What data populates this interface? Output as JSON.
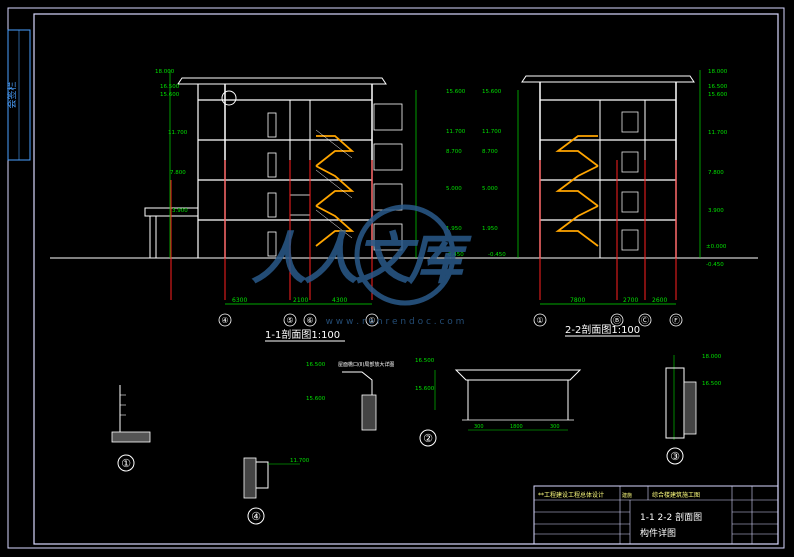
{
  "colors": {
    "background": "#000000",
    "frame": "#d8d8ff",
    "wall": "#ffffff",
    "dim": "#00e000",
    "axis": "#ff2020",
    "stair": "#ffa500",
    "level": "#00e0e0",
    "watermark": "#2a5a8a",
    "window": "#e8e8e8"
  },
  "side_stamp": {
    "text": "会签栏"
  },
  "section_1_1": {
    "title": "1-1剖面图1:100",
    "axis_labels": [
      "④",
      "⑤",
      "⑥",
      "①"
    ],
    "bottom_dims": [
      "6300",
      "2100",
      "4300"
    ],
    "left_levels": [
      "18.000",
      "16.500",
      "15.600",
      "11.700",
      "7.800",
      "3.900"
    ],
    "right_levels": [
      "15.600",
      "11.700",
      "8.700",
      "5.000",
      "1.950",
      "-0.450"
    ]
  },
  "section_2_2": {
    "title": "2-2剖面图1:100",
    "axis_labels": [
      "①",
      "Ⓑ",
      "Ⓒ",
      "Ⓕ"
    ],
    "bottom_dims": [
      "7800",
      "2700",
      "2600"
    ],
    "left_levels": [
      "15.600",
      "11.700",
      "8.700",
      "5.000",
      "1.950",
      "-0.450"
    ],
    "right_levels": [
      "18.000",
      "16.500",
      "15.600",
      "11.700",
      "7.800",
      "3.900",
      "±0.000",
      "-0.450"
    ]
  },
  "details": {
    "d1": {
      "label": "①"
    },
    "d2": {
      "label": "②",
      "note": "屋面檐口(Ⅱ)局部放大详图",
      "levels": [
        "16.500",
        "15.600"
      ]
    },
    "d3": {
      "label": "③",
      "levels": [
        "18.000",
        "16.500"
      ]
    },
    "d4": {
      "label": "④",
      "levels": [
        "11.700"
      ]
    },
    "eave_dims": [
      "300",
      "1800",
      "300"
    ]
  },
  "title_block": {
    "school": "**工程建设工程总体设计",
    "project": "综合楼建筑施工图",
    "drawing_name_1": "1-1  2-2 剖面图",
    "drawing_name_2": "构件详图",
    "code": "建施"
  },
  "watermark": {
    "text": "人人文库",
    "url": "w w w . r e n r e n d o c . c o m"
  }
}
